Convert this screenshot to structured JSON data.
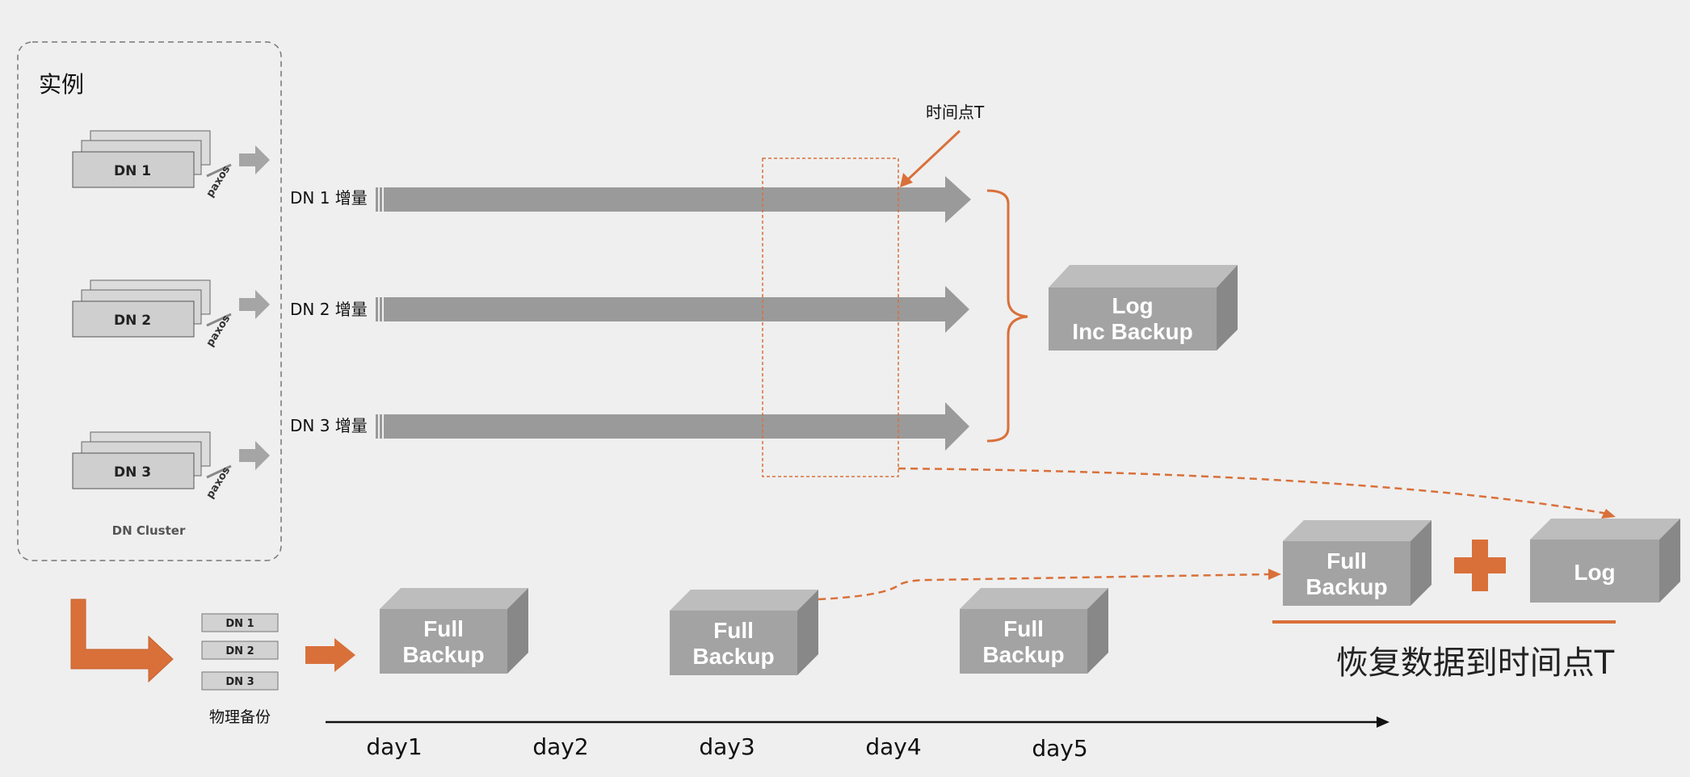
{
  "instance": {
    "title": "实例",
    "cluster_label": "DN Cluster",
    "nodes": [
      {
        "label": "DN 1",
        "protocol": "paxos"
      },
      {
        "label": "DN 2",
        "protocol": "paxos"
      },
      {
        "label": "DN 3",
        "protocol": "paxos"
      }
    ]
  },
  "streams": [
    {
      "label": "DN 1 增量"
    },
    {
      "label": "DN 2 增量"
    },
    {
      "label": "DN 3 增量"
    }
  ],
  "time_point": {
    "label": "时间点T"
  },
  "log_backup": {
    "line1": "Log",
    "line2": "Inc Backup"
  },
  "physical_backup": {
    "label": "物理备份",
    "items": [
      "DN 1",
      "DN 2",
      "DN 3"
    ]
  },
  "full_backups": [
    {
      "line1": "Full",
      "line2": "Backup"
    },
    {
      "line1": "Full",
      "line2": "Backup"
    },
    {
      "line1": "Full",
      "line2": "Backup"
    }
  ],
  "restore": {
    "full": {
      "line1": "Full",
      "line2": "Backup"
    },
    "log": {
      "line1": "Log"
    },
    "plus": "+",
    "caption": "恢复数据到时间点T"
  },
  "timeline": {
    "days": [
      "day1",
      "day2",
      "day3",
      "day4",
      "day5"
    ]
  },
  "colors": {
    "accent": "#d9703a",
    "arrow_gray": "#9a9a9a",
    "box_front": "#a3a3a3",
    "box_top": "#bcbcbc",
    "box_side": "#8a8a8a",
    "background": "#efefef"
  }
}
